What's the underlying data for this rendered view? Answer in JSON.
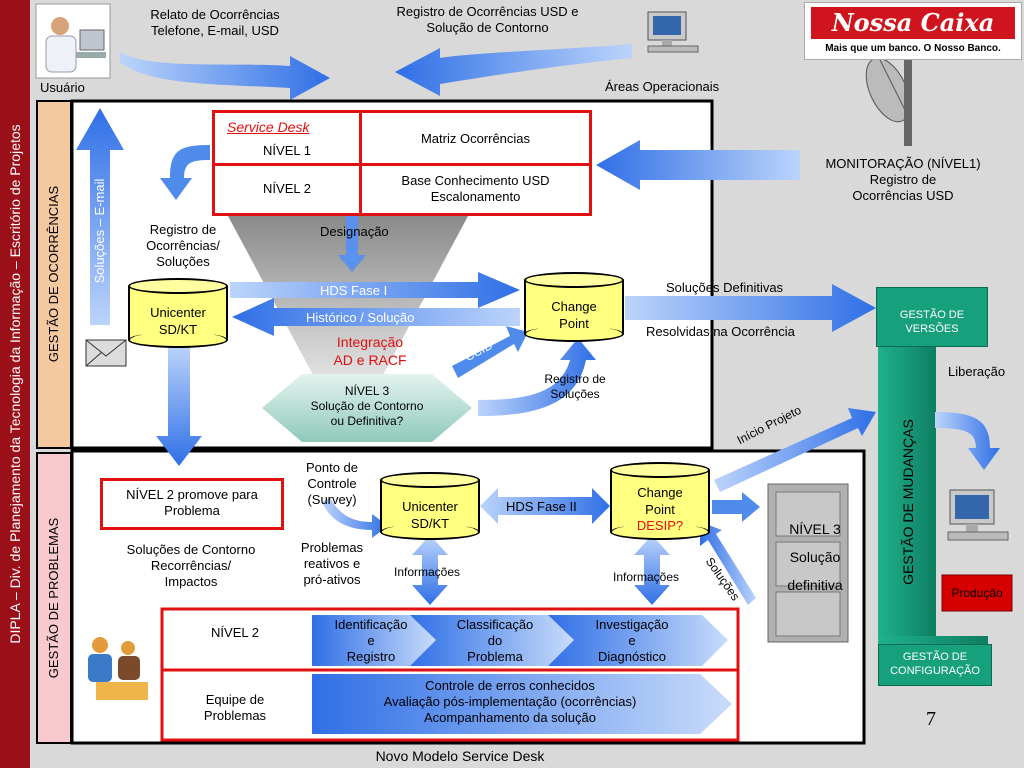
{
  "side_banner": "DIPLA – Div. de Planejamento da Tecnologia da Informação – Escritório de Projetos",
  "top": {
    "user_label": "Usuário",
    "relato": "Relato de Ocorrências\nTelefone, E-mail, USD",
    "registro_usd": "Registro de Ocorrências USD e\nSolução de Contorno",
    "areas": "Áreas Operacionais"
  },
  "logo": {
    "name": "Nossa Caixa",
    "tagline": "Mais que um banco. O Nosso Banco."
  },
  "monitor": "MONITORAÇÃO  (NÍVEL1)\nRegistro de\nOcorrências USD",
  "ocorrencias": {
    "section_label": "GESTÃO DE OCORRÊNCIAS",
    "service_desk": "Service Desk",
    "nivel1": "NÍVEL 1",
    "nivel2": "NÍVEL 2",
    "matriz": "Matriz Ocorrências",
    "base": "Base Conhecimento USD\nEscalonamento",
    "designacao": "Designação",
    "solucoes_email": "Soluções – E-mail",
    "registro_solucoes": "Registro de\nOcorrências/\nSoluções",
    "unicenter": "Unicenter\nSD/KT",
    "change_point": "Change\nPoint",
    "hds_fase1": "HDS  Fase I",
    "historico": "Histórico / Solução",
    "integracao": "Integração\nAD e RACF",
    "ccid": "CCID",
    "nivel3": "NÍVEL 3\nSolução de Contorno\nou Definitiva?",
    "registro_de_solucoes": "Registro de\nSoluções",
    "solucoes_definitivas": "Soluções Definitivas",
    "resolvidas": "Resolvidas na Ocorrência"
  },
  "mudancas": {
    "versoes": "GESTÃO DE\nVERSÕES",
    "liberacao": "Liberação",
    "inicio": "Início Projeto",
    "label": "GESTÃO DE MUDANÇAS",
    "producao": "Produção",
    "configuracao": "GESTÃO DE\nCONFIGURAÇÃO"
  },
  "problemas": {
    "section_label": "GESTÃO DE PROBLEMAS",
    "nivel2_promove": "NÍVEL 2 promove para\nProblema",
    "solucoes_contorno": "Soluções de Contorno\nRecorrências/\nImpactos",
    "ponto_controle": "Ponto de\nControle\n(Survey)",
    "problemas_reativos": "Problemas\nreativos  e\npró-ativos",
    "unicenter": "Unicenter\nSD/KT",
    "hds_fase2": "HDS Fase II",
    "change_point": "Change\nPoint",
    "desip": "DESIP?",
    "informacoes1": "Informações",
    "informacoes2": "Informações",
    "solucoes_diag": "Soluções",
    "nivel3": "NÍVEL 3\n\nSolução\n\ndefinitiva",
    "nivel2": "NÍVEL 2",
    "equipe": "Equipe de\nProblemas",
    "step1": "Identificação\ne\nRegistro",
    "step2": "Classificação\ndo\nProblema",
    "step3": "Investigação\ne\nDiagnóstico",
    "controle": "Controle de erros conhecidos\nAvaliação pós-implementação (ocorrências)\nAcompanhamento da solução"
  },
  "footer_title": "Novo Modelo Service Desk",
  "page_number": "7",
  "colors": {
    "bar": "#9b0f18",
    "red_box": "#e01010",
    "arrow_blue": "#3f7fe8",
    "green": "#17a07c",
    "cylinder": "#ffff80"
  }
}
